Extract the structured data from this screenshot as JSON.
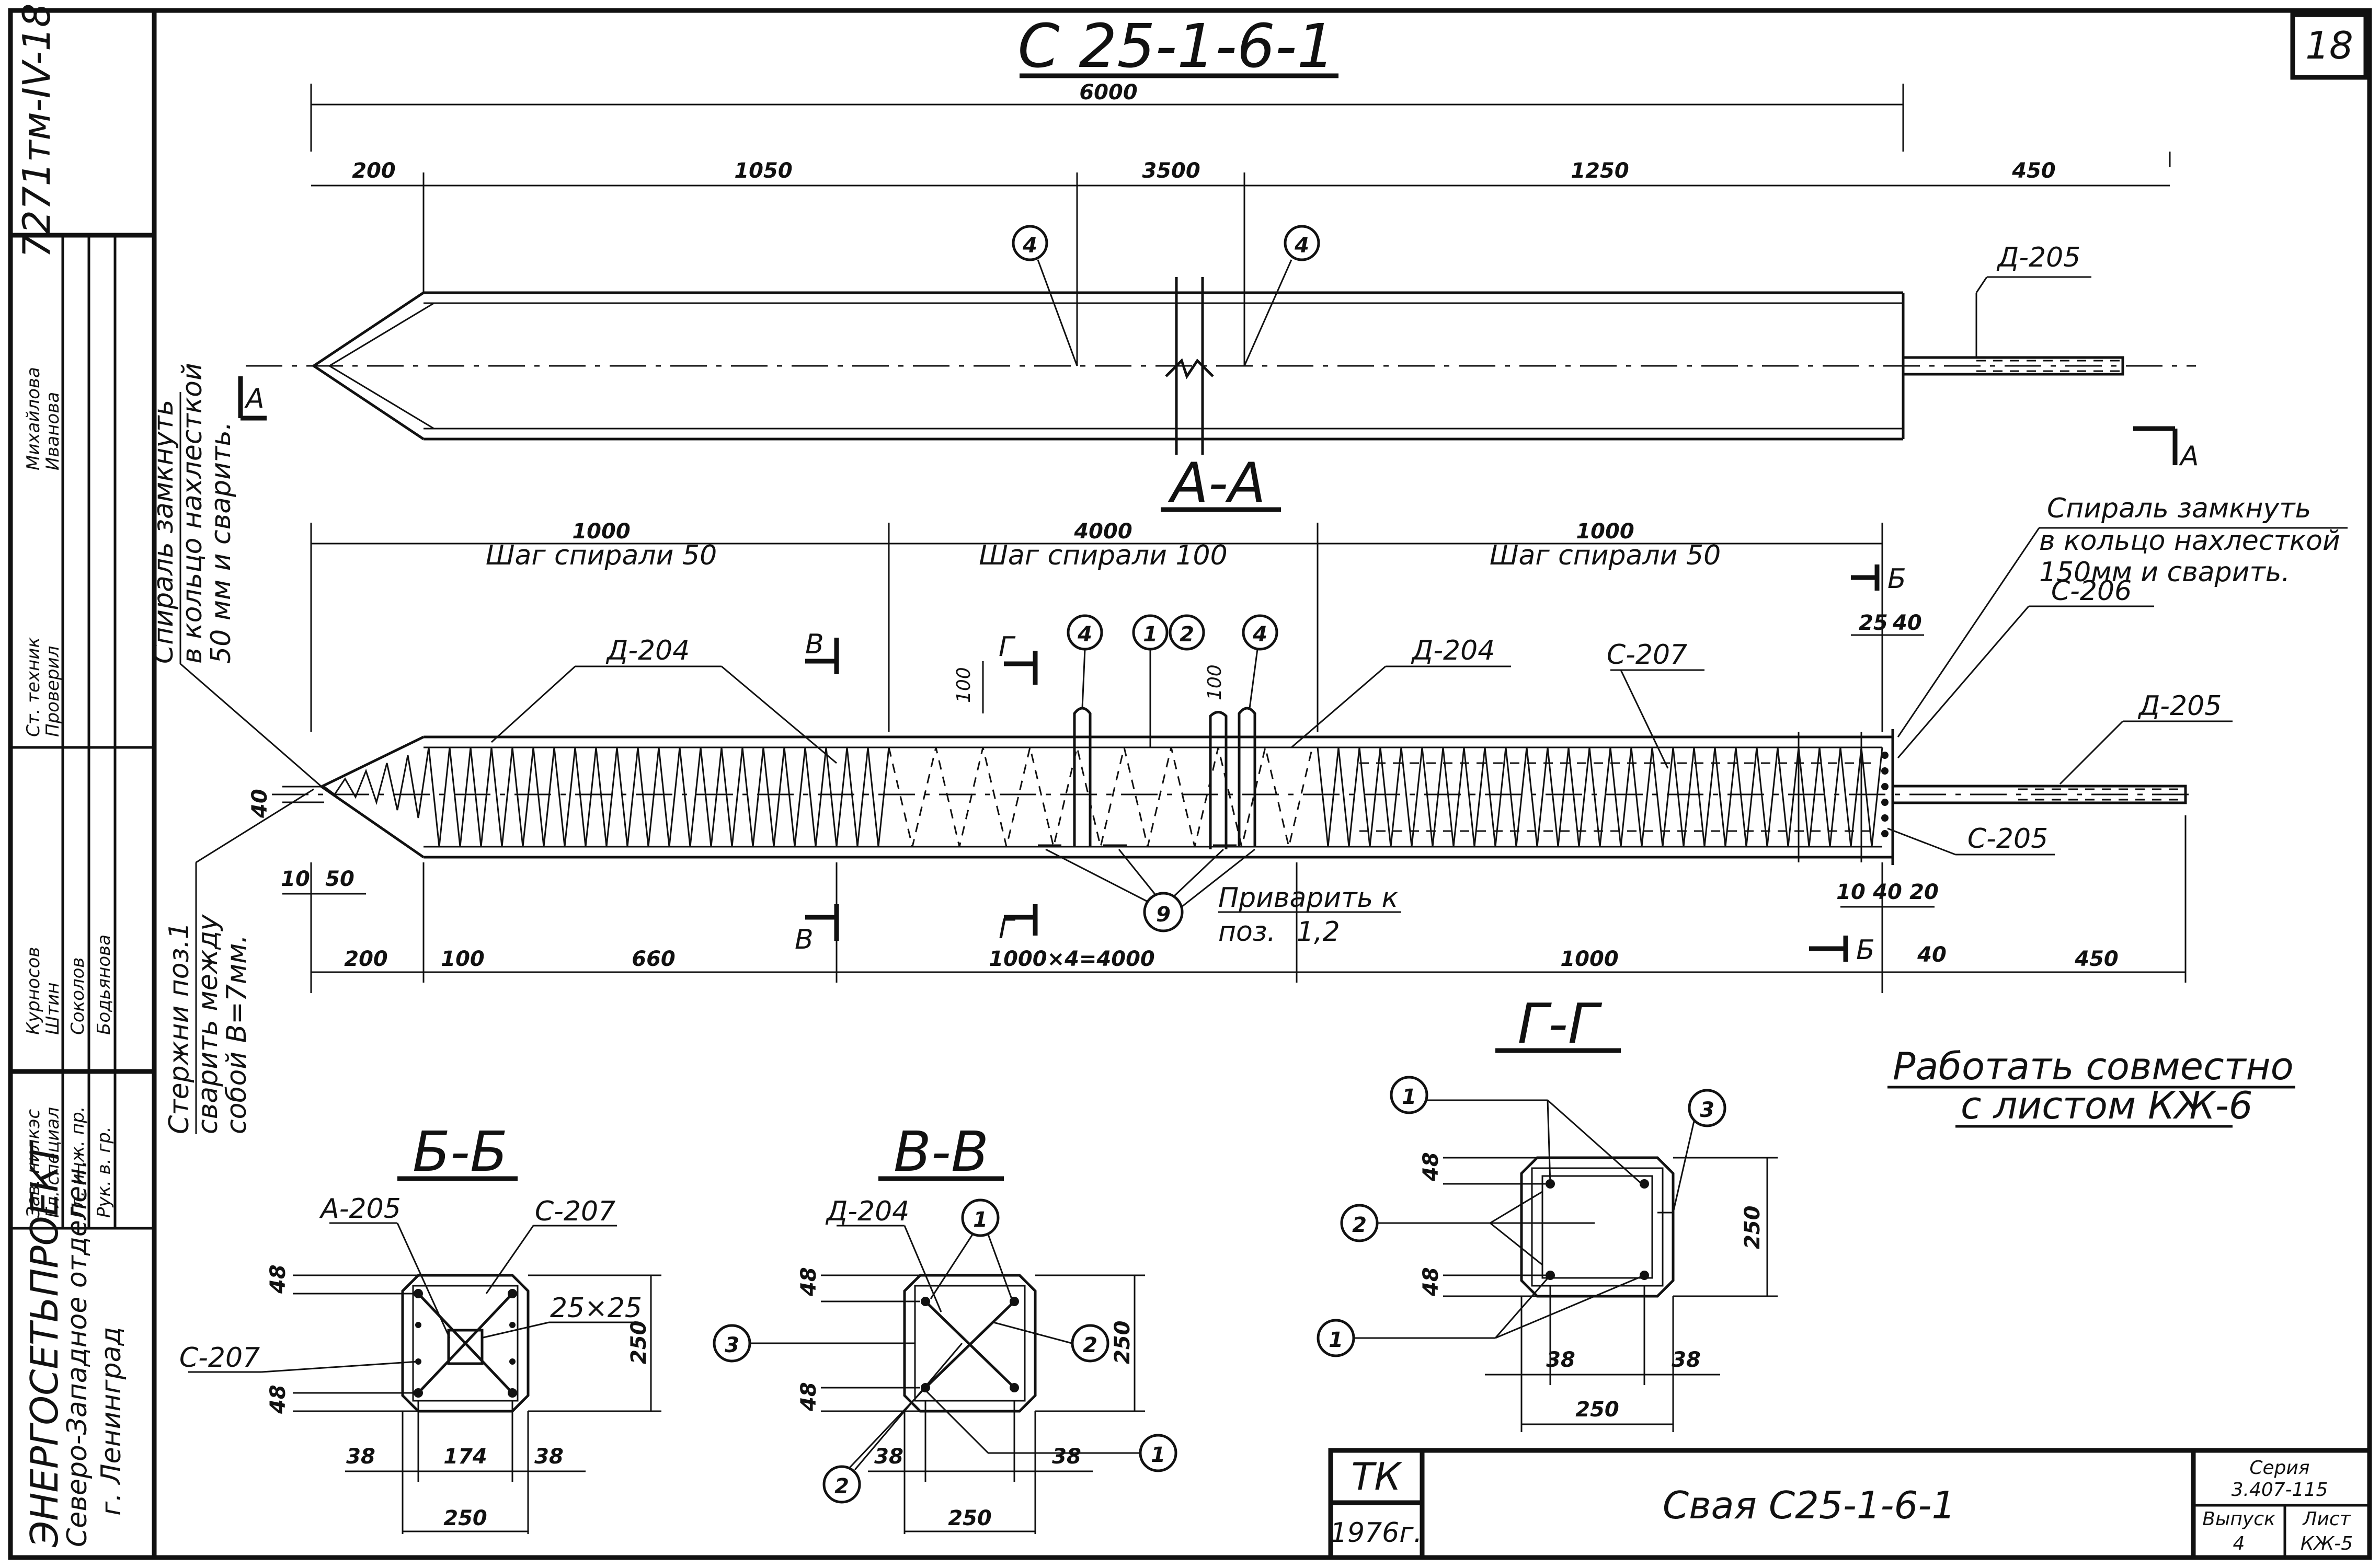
{
  "sheet": {
    "number": "18",
    "title": "С 25-1-6-1",
    "code": "7271тм-IV-18",
    "org": {
      "name": "ЭНЕРГОСЕТЬПРОЕКТ",
      "dept": "Северо-Западное отделен.",
      "city": "г. Ленинград"
    },
    "staff": [
      {
        "role": "Зав. нилкэс",
        "name": "Курносов"
      },
      {
        "role": "Гл. специал",
        "name": "Штин"
      },
      {
        "role": "Гл. инж. пр.",
        "name": "Соколов"
      },
      {
        "role": "Рук. в. гр.",
        "name": "Бодьянова"
      },
      {
        "role": "Ст. техник",
        "name": "Михайлова"
      },
      {
        "role": "Проверил",
        "name": "Иванова"
      }
    ]
  },
  "elevation": {
    "overall": "6000",
    "dims": [
      "200",
      "1050",
      "3500",
      "1250",
      "450"
    ],
    "bubbles": [
      "4",
      "4"
    ],
    "rebar": "Д-205",
    "section_mark": "А"
  },
  "section_aa": {
    "title": "А-А",
    "dims_top": [
      "1000",
      "4000",
      "1000"
    ],
    "step_labels": [
      "Шаг спирали 50",
      "Шаг спирали 100",
      "Шаг спирали 50"
    ],
    "note_left": [
      "Спираль замкнуть",
      "в кольцо нахлесткой",
      "50 мм и сварить."
    ],
    "note_right": [
      "Спираль замкнуть",
      "в кольцо нахлесткой",
      "150мм и сварить."
    ],
    "note_bottom": [
      "Стержни поз.1",
      "сварить между",
      "собой В=7мм."
    ],
    "labels": {
      "d204a": "Д-204",
      "d204b": "Д-204",
      "c207": "С-207",
      "c206": "С-206",
      "d205": "Д-205",
      "c205": "С-205",
      "n100a": "100",
      "n100b": "100",
      "n40": "40",
      "n25": "25",
      "n40b": "40",
      "n10": "10",
      "n50": "50",
      "n10b": "10",
      "n40c": "40",
      "n20": "20",
      "n40d": "40",
      "cut_v": "В",
      "cut_g": "Г",
      "cut_b": "Б"
    },
    "bubbles": [
      "4",
      "1",
      "2",
      "4",
      "9"
    ],
    "weld_note": [
      "Приварить к",
      "поз.",
      "1,2"
    ],
    "dims_bottom": [
      "200",
      "100",
      "660",
      "1000×4=4000",
      "1000",
      "450"
    ]
  },
  "section_bb": {
    "title": "Б-Б",
    "labels": {
      "a205": "А-205",
      "c207a": "С-207",
      "c207b": "С-207",
      "sq": "25×25"
    },
    "dims": {
      "d48a": "48",
      "d48b": "48",
      "d250": "250",
      "d38a": "38",
      "d174": "174",
      "d38b": "38",
      "w250": "250"
    }
  },
  "section_vv": {
    "title": "В-В",
    "labels": {
      "d204": "Д-204"
    },
    "bubbles": [
      "1",
      "2",
      "3",
      "2",
      "1"
    ],
    "dims": {
      "d48a": "48",
      "d48b": "48",
      "d250": "250",
      "d38a": "38",
      "d38b": "38",
      "w250": "250"
    }
  },
  "section_gg": {
    "title": "Г-Г",
    "bubbles": [
      "1",
      "3",
      "2",
      "1"
    ],
    "dims": {
      "d48a": "48",
      "d48b": "48",
      "d250": "250",
      "d38a": "38",
      "d38b": "38",
      "w250": "250"
    }
  },
  "note": [
    "Работать совместно",
    "с листом КЖ-6"
  ],
  "title_block": {
    "tk": "ТК",
    "year": "1976г.",
    "name": "Свая С25-1-6-1",
    "series_label": "Серия",
    "series": "3.407-115",
    "issue_label": "Выпуск",
    "issue": "4",
    "sheet_label": "Лист",
    "sheet": "КЖ-5"
  }
}
